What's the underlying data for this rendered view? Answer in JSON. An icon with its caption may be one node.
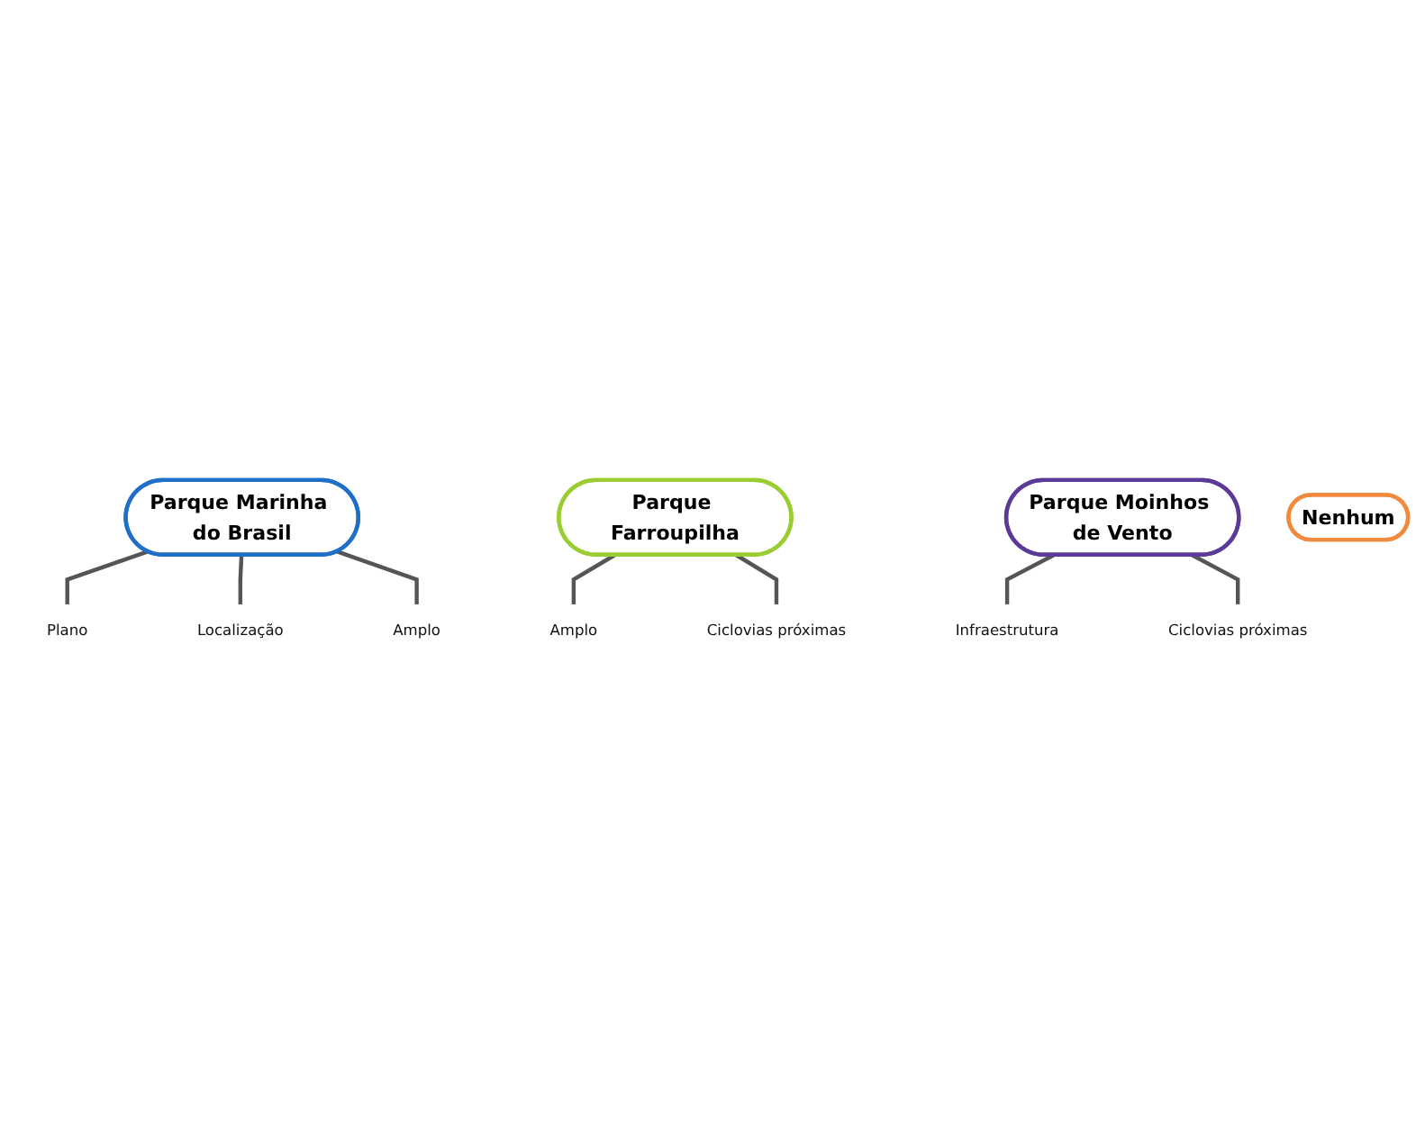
{
  "diagram": {
    "nodes": [
      {
        "text": [
          "Parque Marinha do Brasil"
        ]
      },
      {
        "text": [
          "Plano"
        ]
      },
      {
        "text": [
          "Localização"
        ]
      },
      {
        "text": [
          "Amplo"
        ]
      },
      {
        "text": [
          "Parque Farroupilha"
        ]
      },
      {
        "text": [
          "Amplo"
        ]
      },
      {
        "text": [
          "Ciclovias próximas"
        ]
      },
      {
        "text": [
          "Parque Moinhos de Vento"
        ]
      },
      {
        "text": [
          "Infraestrutura"
        ]
      },
      {
        "text": [
          "Ciclovias próximas"
        ]
      },
      {
        "text": [
          "Nenhum"
        ]
      }
    ],
    "edges": [
      {
        "from": 0,
        "to": 1,
        "arrow": "none"
      },
      {
        "from": 0,
        "to": 2,
        "arrow": "none"
      },
      {
        "from": 0,
        "to": 3,
        "arrow": "none"
      },
      {
        "from": 4,
        "to": 5,
        "arrow": "none"
      },
      {
        "from": 4,
        "to": 6,
        "arrow": "none"
      },
      {
        "from": 7,
        "to": 8,
        "arrow": "none"
      },
      {
        "from": 7,
        "to": 9,
        "arrow": "none"
      }
    ]
  }
}
